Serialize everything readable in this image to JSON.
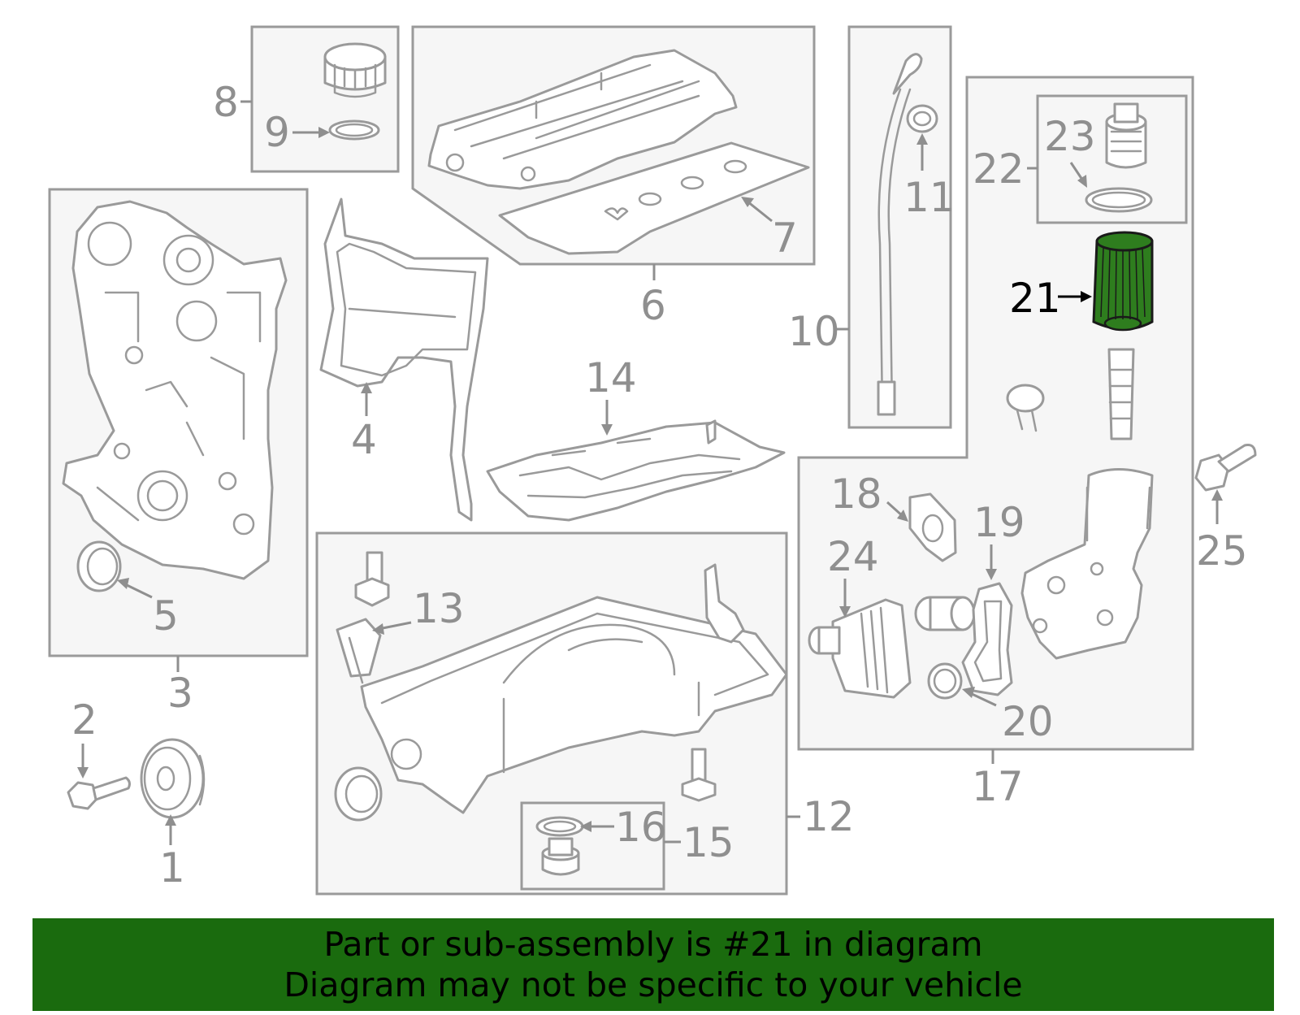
{
  "callouts": {
    "c1": "1",
    "c2": "2",
    "c3": "3",
    "c4": "4",
    "c5": "5",
    "c6": "6",
    "c7": "7",
    "c8": "8",
    "c9": "9",
    "c10": "10",
    "c11": "11",
    "c12": "12",
    "c13": "13",
    "c14": "14",
    "c15": "15",
    "c16": "16",
    "c17": "17",
    "c18": "18",
    "c19": "19",
    "c20": "20",
    "c21": "21",
    "c22": "22",
    "c23": "23",
    "c24": "24",
    "c25": "25"
  },
  "highlight": {
    "part": "21",
    "color": "#2e7d1e"
  },
  "banner": {
    "line1": "Part or sub-assembly is #21 in diagram",
    "line2": "Diagram may not be specific to your vehicle",
    "color": "#1a6b0e"
  },
  "colors": {
    "line": "#9a9a9a",
    "box_fill": "#f6f6f6"
  }
}
